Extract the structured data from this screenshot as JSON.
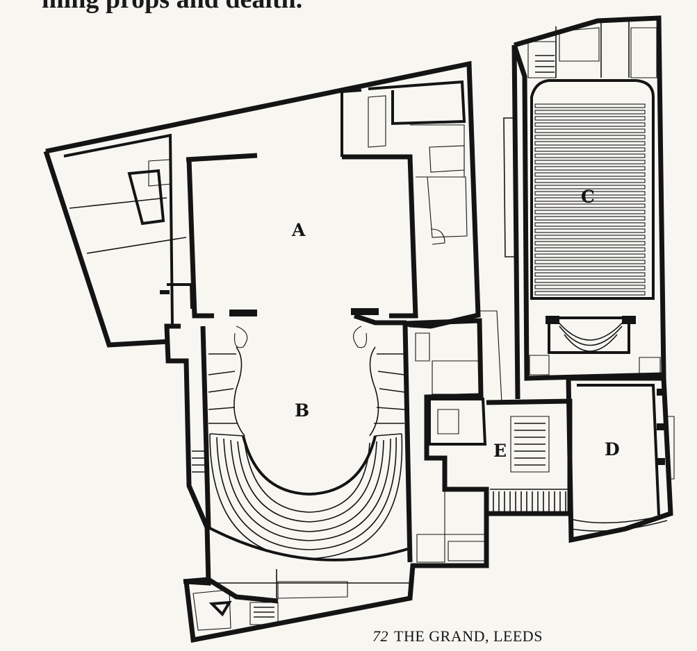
{
  "header": {
    "cropped_text": "ming props and dealth."
  },
  "plan": {
    "labels": {
      "a": "A",
      "b": "B",
      "c": "C",
      "d": "D",
      "e": "E"
    }
  },
  "caption": {
    "number": "72",
    "text": "THE GRAND, LEEDS"
  }
}
